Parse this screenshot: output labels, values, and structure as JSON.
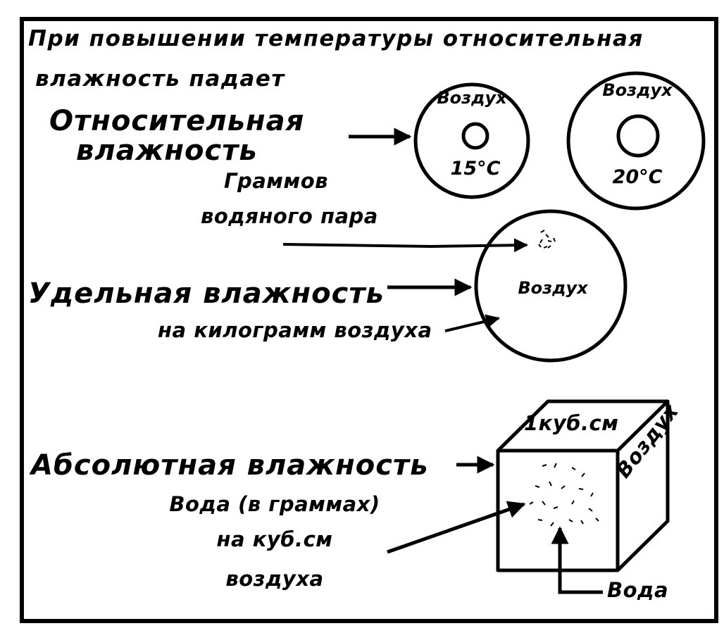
{
  "header": {
    "line1": "При повышении температуры относительная",
    "line2": "влажность падает"
  },
  "relative": {
    "title_line1": "Относительная",
    "title_line2": "влажность",
    "circle_a": {
      "label": "Воздух",
      "temp": "15°С"
    },
    "circle_b": {
      "label": "Воздух",
      "temp": "20°С"
    }
  },
  "specific": {
    "grams_line1": "Граммов",
    "grams_line2": "водяного пара",
    "title": "Удельная влажность",
    "per_kg": "на килограмм воздуха",
    "circle": {
      "label": "Воздух"
    }
  },
  "absolute": {
    "title": "Абсолютная влажность",
    "desc_line1": "Вода (в граммах)",
    "desc_line2": "на куб.см",
    "desc_line3": "воздуха",
    "cube_top": "1куб.см",
    "cube_side": "Воздух",
    "water": "Вода"
  }
}
